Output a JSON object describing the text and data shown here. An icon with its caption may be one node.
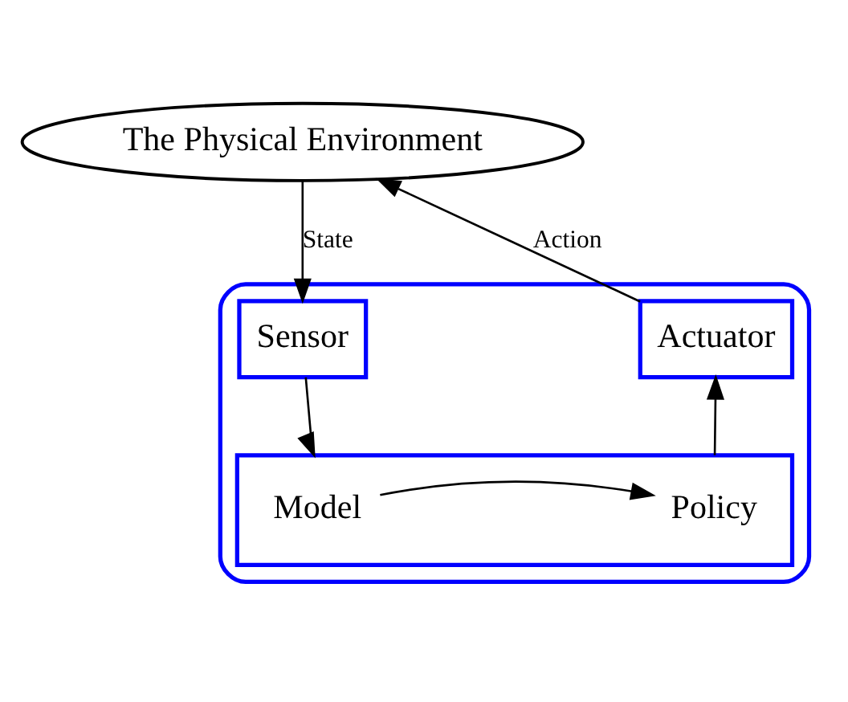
{
  "diagram": {
    "nodes": [
      {
        "text": [
          "The Physical Environment"
        ]
      },
      {
        "text": [],
        "shape": "box"
      },
      {
        "text": [
          "Sensor"
        ],
        "in": 1
      },
      {
        "text": [
          "Actuator"
        ],
        "in": 1
      },
      {
        "text": [],
        "shape": "box",
        "in": 1
      },
      {
        "text": [
          "Model"
        ],
        "in": 4
      },
      {
        "text": [
          "Policy"
        ],
        "in": 4
      }
    ],
    "edges": [
      {
        "from": 0,
        "to": 2,
        "arrow": "to",
        "label": "State"
      },
      {
        "from": 3,
        "to": 0,
        "arrow": "to",
        "label": "Action"
      },
      {
        "from": 2,
        "to": 4,
        "arrow": "to"
      },
      {
        "from": 4,
        "to": 3,
        "arrow": "to"
      },
      {
        "from": 5,
        "to": 6,
        "arrow": "to"
      }
    ]
  }
}
